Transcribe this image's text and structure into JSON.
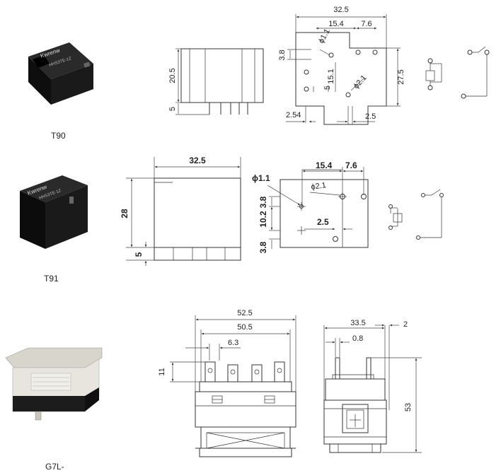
{
  "products": [
    {
      "label": "T90",
      "photo": {
        "brand_text": "Kwrenw",
        "model_text": "HHS3TE-1Z",
        "body_color": "#141414"
      },
      "side_view": {
        "height": "20.5",
        "pin": "5"
      },
      "top_view": {
        "width": "32.5",
        "pitch_a": "15.4",
        "pitch_b": "7.6",
        "height": "27.5",
        "offset": "3.8",
        "hole_small": "ϕ1.1",
        "hole_large": "ϕ2.1",
        "inner": "15.1",
        "inner_small": "5",
        "left": "2.54",
        "right": "2.5"
      }
    },
    {
      "label": "T91",
      "photo": {
        "brand_text": "Kwrenw",
        "model_text": "HHS3TE-1Z",
        "body_color": "#141414"
      },
      "side_view": {
        "width": "32.5",
        "height": "28",
        "pin": "5"
      },
      "top_view": {
        "hole_small": "ϕ1.1",
        "pitch_a": "15.4",
        "pitch_b": "7.6",
        "hole_large": "ϕ2.1",
        "offset": "3.8",
        "span": "10.2",
        "right": "2.5",
        "bottom": "3.8"
      }
    },
    {
      "label": "G7L-",
      "photo": {
        "body_color": "#e6e3dc",
        "base_color": "#1a1a1a"
      },
      "front_view": {
        "width_outer": "52.5",
        "width_inner": "50.5",
        "pin_pitch": "6.3",
        "pin_height": "11"
      },
      "side_view": {
        "width": "33.5",
        "flange": "2",
        "pin": "0.8",
        "height": "53"
      }
    }
  ]
}
